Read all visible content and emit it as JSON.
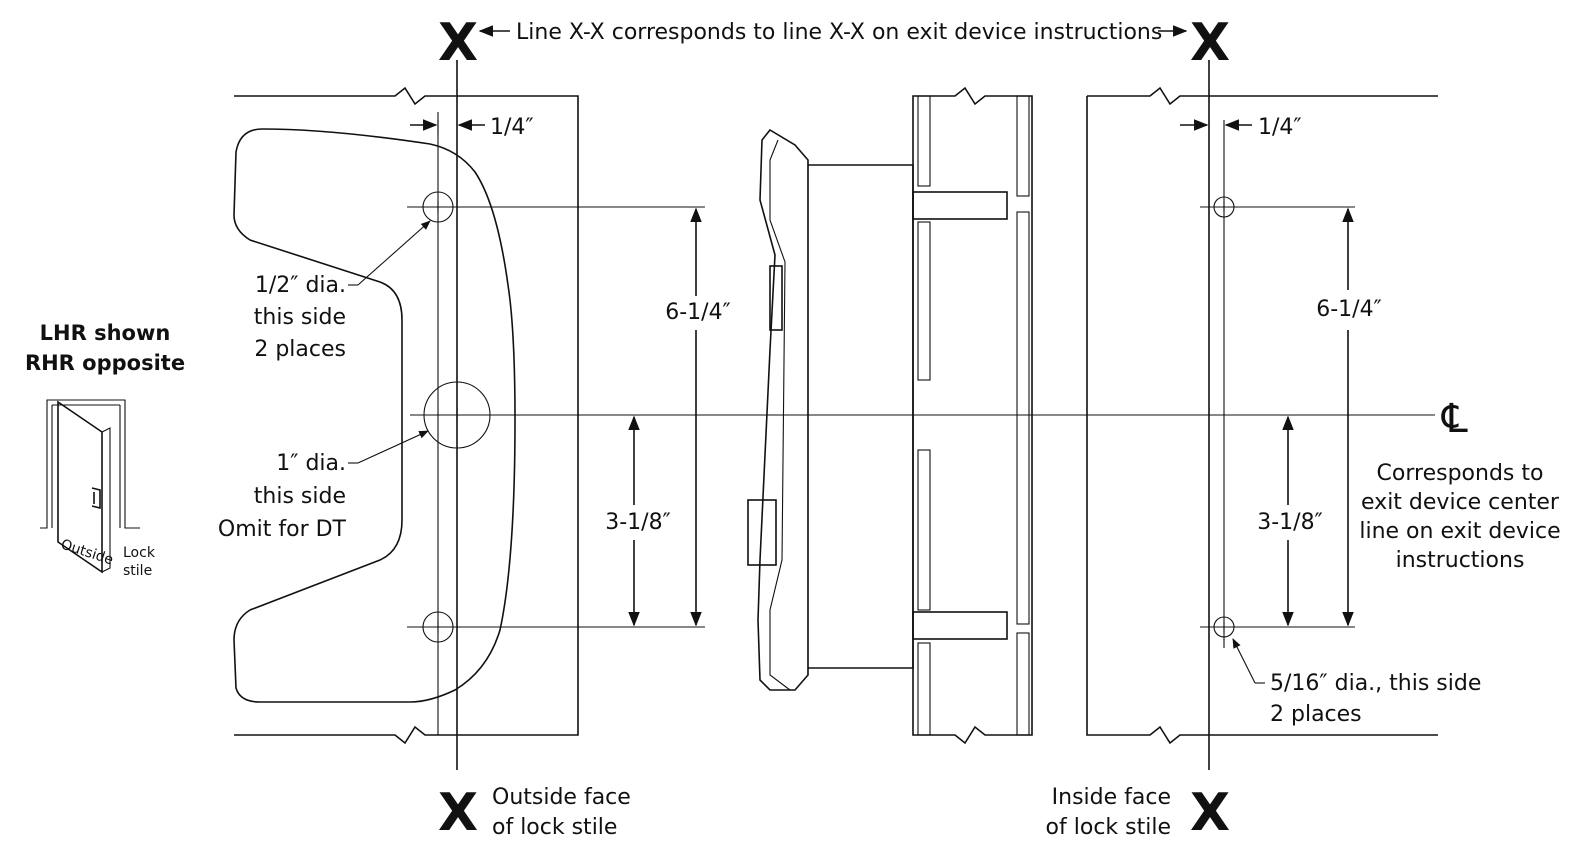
{
  "top": {
    "x_left": "X",
    "x_right": "X",
    "caption": "Line X-X corresponds to line X-X on exit device instructions"
  },
  "bottom": {
    "x_left": "X",
    "x_right": "X",
    "outside_face_line1": "Outside face",
    "outside_face_line2": "of lock stile",
    "inside_face_line1": "Inside face",
    "inside_face_line2": "of lock stile"
  },
  "handing": {
    "line1": "LHR shown",
    "line2": "RHR opposite",
    "outside_label": "Outside",
    "lock_label_line1": "Lock",
    "lock_label_line2": "stile"
  },
  "left_dims": {
    "offset": "1/4″",
    "vertical_total": "6-1/4″",
    "vertical_half": "3-1/8″",
    "hole_small_line1": "1/2″ dia.",
    "hole_small_line2": "this side",
    "hole_small_line3": "2 places",
    "hole_big_line1": "1″ dia.",
    "hole_big_line2": "this side",
    "hole_big_line3": "Omit for DT"
  },
  "right_dims": {
    "offset": "1/4″",
    "vertical_total": "6-1/4″",
    "vertical_half": "3-1/8″",
    "hole_line1": "5/16″ dia., this side",
    "hole_line2": "2 places"
  },
  "centerline": {
    "symbol": "℄",
    "note_line1": "Corresponds to",
    "note_line2": "exit device center",
    "note_line3": "line on exit device",
    "note_line4": "instructions"
  }
}
